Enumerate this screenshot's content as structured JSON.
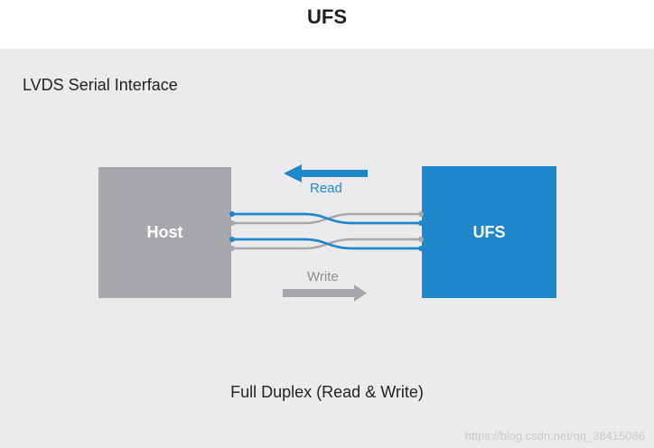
{
  "title": "UFS",
  "panel": {
    "label": "LVDS Serial Interface",
    "footer": "Full Duplex (Read & Write)"
  },
  "nodes": {
    "host": "Host",
    "ufs": "UFS"
  },
  "arrows": {
    "read": "Read",
    "write": "Write"
  },
  "watermark": "https://blog.csdn.net/qq_38415086",
  "colors": {
    "read_blue": "#1f87cc",
    "write_gray": "#a7a8ab",
    "panel_bg": "#ebebed"
  }
}
